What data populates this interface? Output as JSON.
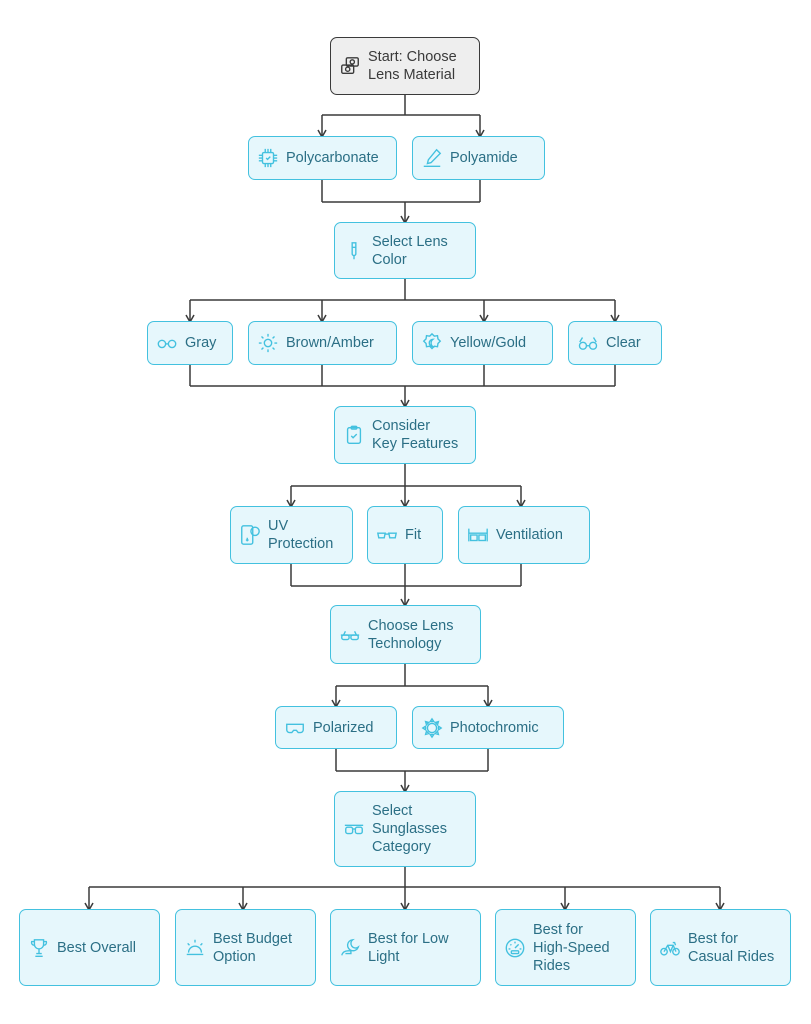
{
  "colors": {
    "accent": "#43c1df",
    "node_fill": "#e6f7fc",
    "text": "#2b6f85",
    "start_fill": "#eeeeee",
    "start_border": "#3a3a3a",
    "edge": "#3a3a3a"
  },
  "nodes": {
    "start": {
      "label": "Start: Choose\nLens Material",
      "icon": "camera-icon"
    },
    "polycarbonate": {
      "label": "Polycarbonate",
      "icon": "chip-icon"
    },
    "polyamide": {
      "label": "Polyamide",
      "icon": "pen-icon"
    },
    "lens_color": {
      "label": "Select Lens\nColor",
      "icon": "dropper-icon"
    },
    "gray": {
      "label": "Gray",
      "icon": "glasses-icon"
    },
    "brown": {
      "label": "Brown/Amber",
      "icon": "sun-icon"
    },
    "yellow": {
      "label": "Yellow/Gold",
      "icon": "sun-badge-icon"
    },
    "clear": {
      "label": "Clear",
      "icon": "round-glasses-icon"
    },
    "features": {
      "label": "Consider\nKey Features",
      "icon": "clipboard-check-icon"
    },
    "uv": {
      "label": "UV\nProtection",
      "icon": "uv-shield-icon"
    },
    "fit": {
      "label": "Fit",
      "icon": "glasses-icon"
    },
    "ventilation": {
      "label": "Ventilation",
      "icon": "goggles-icon"
    },
    "technology": {
      "label": "Choose Lens\nTechnology",
      "icon": "eyewear-icon"
    },
    "polarized": {
      "label": "Polarized",
      "icon": "visor-icon"
    },
    "photochromic": {
      "label": "Photochromic",
      "icon": "gear-sun-icon"
    },
    "category": {
      "label": "Select\nSunglasses\nCategory",
      "icon": "sunglasses-icon"
    },
    "best_overall": {
      "label": "Best Overall",
      "icon": "trophy-icon"
    },
    "best_budget": {
      "label": "Best Budget\nOption",
      "icon": "sunrise-icon"
    },
    "low_light": {
      "label": "Best for Low\nLight",
      "icon": "moon-icon"
    },
    "high_speed": {
      "label": "Best for\nHigh-Speed\nRides",
      "icon": "speedometer-icon"
    },
    "casual": {
      "label": "Best for\nCasual Rides",
      "icon": "bicycle-icon"
    }
  }
}
